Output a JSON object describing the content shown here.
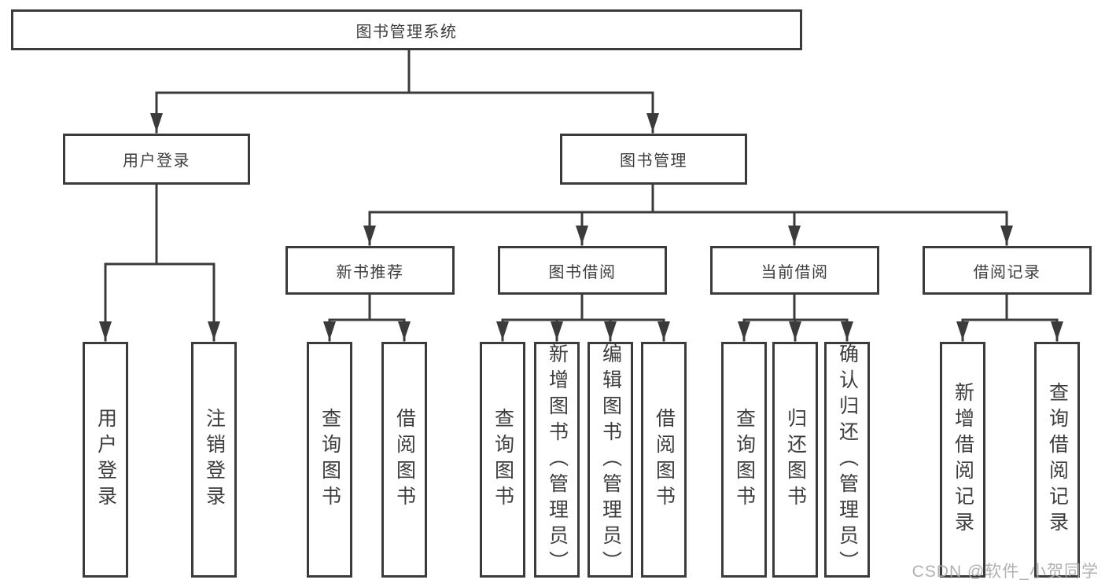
{
  "colors": {
    "line": "#3b3b3b",
    "text": "#3d3d3d",
    "box_background": "#ffffff",
    "watermark": "#a8a8a8"
  },
  "watermark": {
    "text": "CSDN @软件_小贺同学"
  },
  "tree": {
    "root": {
      "label": "图书管理系统"
    },
    "branches": [
      {
        "label": "用户登录",
        "children": [
          {
            "label": "用户登录"
          },
          {
            "label": "注销登录"
          }
        ]
      },
      {
        "label": "图书管理",
        "children": [
          {
            "label": "新书推荐",
            "children": [
              {
                "label": "查询图书"
              },
              {
                "label": "借阅图书"
              }
            ]
          },
          {
            "label": "图书借阅",
            "children": [
              {
                "label": "查询图书"
              },
              {
                "label": "新增图书（管理员）"
              },
              {
                "label": "编辑图书（管理员）"
              },
              {
                "label": "借阅图书"
              }
            ]
          },
          {
            "label": "当前借阅",
            "children": [
              {
                "label": "查询图书"
              },
              {
                "label": "归还图书"
              },
              {
                "label": "确认归还（管理员）"
              }
            ]
          },
          {
            "label": "借阅记录",
            "children": [
              {
                "label": "新增借阅记录"
              },
              {
                "label": "查询借阅记录"
              }
            ]
          }
        ]
      }
    ]
  }
}
